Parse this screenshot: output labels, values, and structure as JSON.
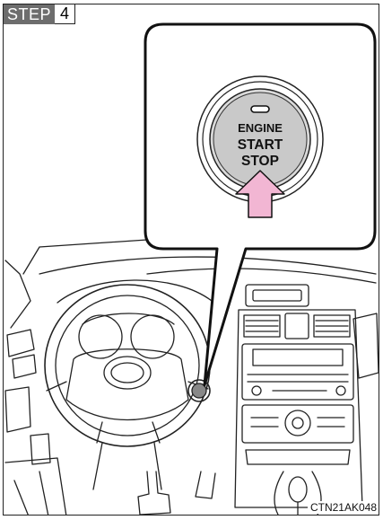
{
  "step": {
    "label": "STEP",
    "number": "4"
  },
  "button": {
    "line1": "ENGINE",
    "line2": "START",
    "line3": "STOP"
  },
  "figure_code": "CTN21AK048",
  "colors": {
    "step_badge_bg": "#6d6d6d",
    "arrow_fill": "#f2b6d3",
    "button_face": "#c9c9c9"
  }
}
